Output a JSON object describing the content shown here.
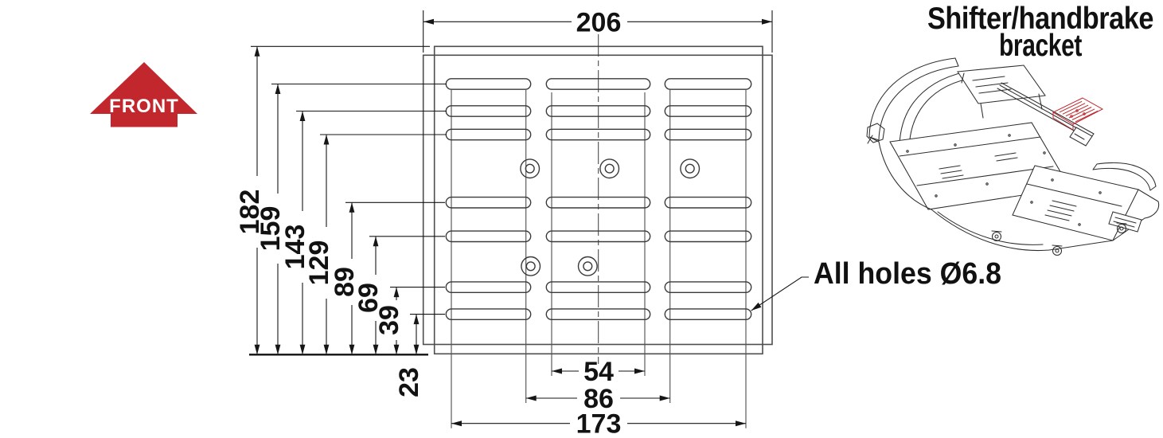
{
  "front_marker": {
    "label": "FRONT"
  },
  "title": {
    "line1": "Shifter/handbrake",
    "line2": "bracket"
  },
  "note": {
    "label": "All holes Ø6.8"
  },
  "dimensions": {
    "overall_width": "206",
    "overall_height": "182",
    "left_stack": {
      "d159": "159",
      "d143": "143",
      "d129": "129",
      "d89": "89",
      "d69": "69",
      "d39": "39",
      "d23": "23"
    },
    "bottom_stack": {
      "d54": "54",
      "d86": "86",
      "d173": "173"
    }
  },
  "colors": {
    "accent": "#c1272d",
    "drawing_line": "#4e4e4e",
    "dimension_line": "#161616"
  }
}
